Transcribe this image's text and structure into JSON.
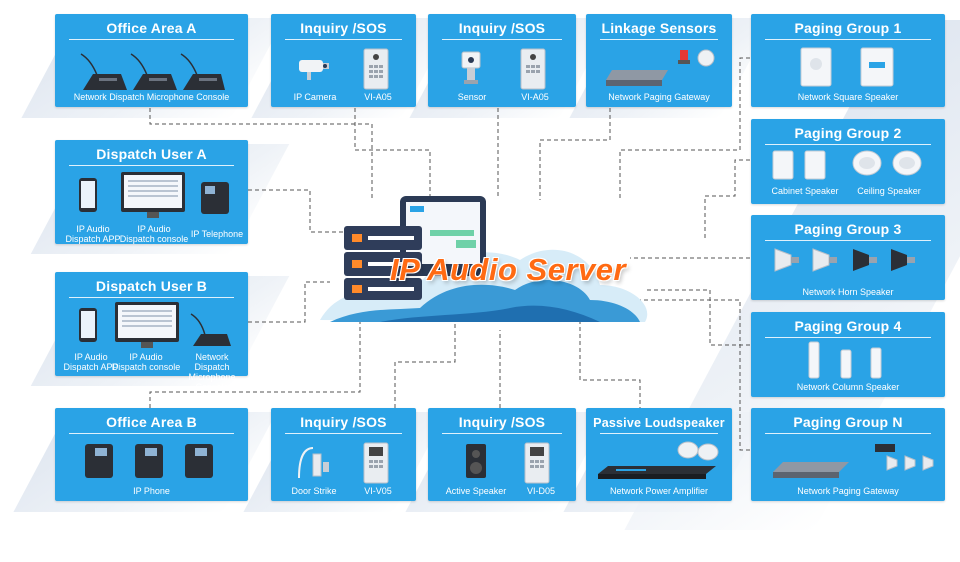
{
  "server": {
    "title": "IP Audio Server"
  },
  "boxes": {
    "office_a": {
      "title": "Office Area A",
      "captions": [
        "Network Dispatch Microphone Console"
      ]
    },
    "inquiry_1": {
      "title": "Inquiry /SOS",
      "captions": [
        "IP Camera",
        "VI-A05"
      ]
    },
    "inquiry_2": {
      "title": "Inquiry /SOS",
      "captions": [
        "Sensor",
        "VI-A05"
      ]
    },
    "linkage": {
      "title": "Linkage Sensors",
      "captions": [
        "Network Paging Gateway"
      ]
    },
    "paging_1": {
      "title": "Paging Group 1",
      "captions": [
        "Network Square Speaker"
      ]
    },
    "dispatch_a": {
      "title": "Dispatch User A",
      "captions": [
        "IP Audio Dispatch APP",
        "IP Audio Dispatch console",
        "IP Telephone"
      ]
    },
    "paging_2": {
      "title": "Paging Group 2",
      "captions": [
        "Cabinet Speaker",
        "Ceiling Speaker"
      ]
    },
    "paging_3": {
      "title": "Paging Group 3",
      "captions": [
        "Network Horn Speaker"
      ]
    },
    "dispatch_b": {
      "title": "Dispatch User B",
      "captions": [
        "IP Audio Dispatch APP",
        "IP Audio Dispatch console",
        "Network Dispatch Microphone Console"
      ]
    },
    "paging_4": {
      "title": "Paging Group 4",
      "captions": [
        "Network Column Speaker"
      ]
    },
    "office_b": {
      "title": "Office Area B",
      "captions": [
        "IP Phone"
      ]
    },
    "inquiry_3": {
      "title": "Inquiry /SOS",
      "captions": [
        "Door Strike",
        "VI-V05"
      ]
    },
    "inquiry_4": {
      "title": "Inquiry /SOS",
      "captions": [
        "Active Speaker",
        "VI-D05"
      ]
    },
    "passive": {
      "title": "Passive Loudspeaker",
      "captions": [
        "Network Power Amplifier"
      ]
    },
    "paging_n": {
      "title": "Paging Group N",
      "captions": [
        "Network Paging Gateway"
      ]
    }
  },
  "colors": {
    "box": "#2aa3e6",
    "title_accent": "#ff6a13",
    "line": "#555555",
    "cloud": "#3a9ad6"
  }
}
